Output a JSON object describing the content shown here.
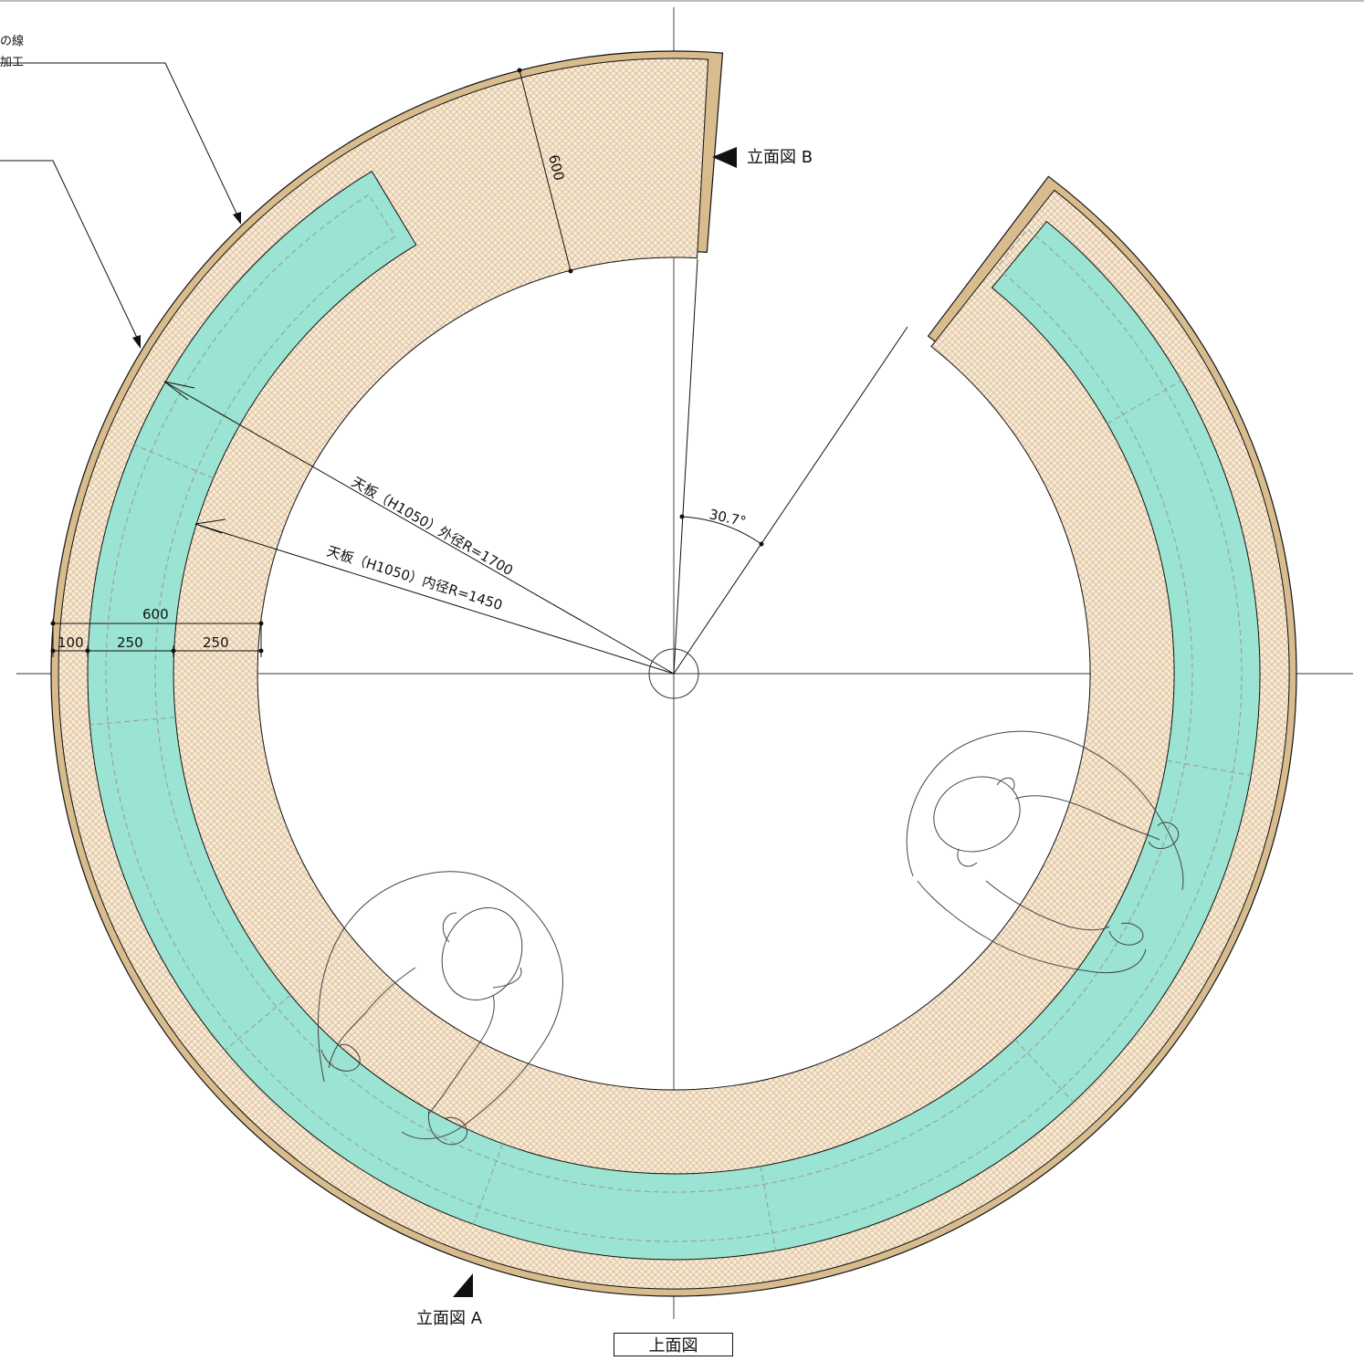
{
  "labels": {
    "elevation_b": "立面図 B",
    "elevation_a": "立面図 A",
    "plan_title": "上面図",
    "outer_radius": "天板（H1050）外径R=1700",
    "inner_radius": "天板（H1050）内径R=1450",
    "angle": "30.7°",
    "width_dim": "600",
    "total_dim": "600",
    "dim_100": "100",
    "dim_250_a": "250",
    "dim_250_b": "250",
    "callout_line1": "の線",
    "callout_line2": "加工"
  },
  "colors": {
    "wood": "#d8bc8e",
    "hatch_bg": "#f6ead8",
    "hatch_line": "#d8b486",
    "seat": "#9be3d2",
    "line": "#111111"
  },
  "icons": {
    "elevation_marker": "triangle-marker-icon"
  }
}
